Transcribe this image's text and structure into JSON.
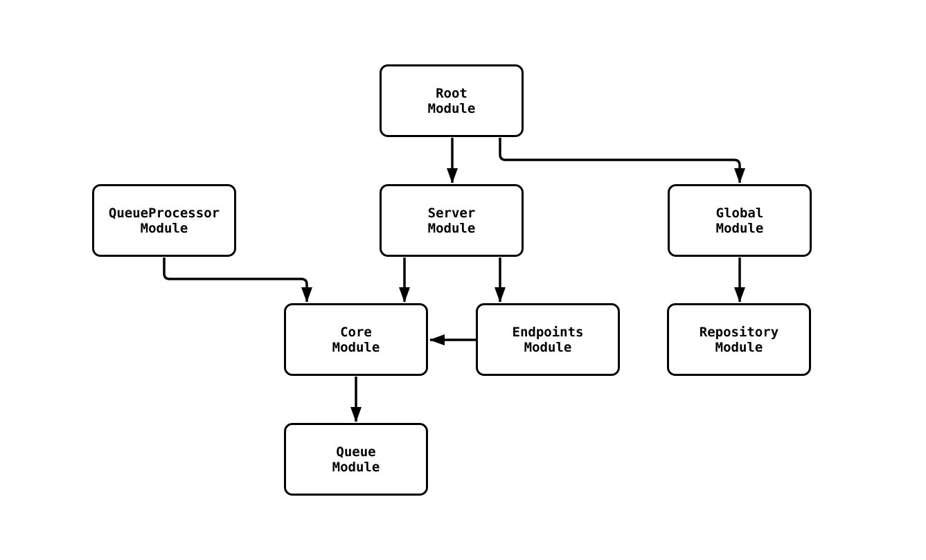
{
  "diagram": {
    "type": "flowchart",
    "direction": "top-down",
    "colors": {
      "background": "#ffffff",
      "node_fill": "#ffffff",
      "node_border": "#000000",
      "edge_line": "#000000",
      "text": "#000000"
    },
    "nodes": [
      {
        "id": "root",
        "label": "Root\nModule"
      },
      {
        "id": "queueprocessor",
        "label": "QueueProcessor\nModule"
      },
      {
        "id": "server",
        "label": "Server\nModule"
      },
      {
        "id": "global",
        "label": "Global\nModule"
      },
      {
        "id": "core",
        "label": "Core\nModule"
      },
      {
        "id": "endpoints",
        "label": "Endpoints\nModule"
      },
      {
        "id": "repository",
        "label": "Repository\nModule"
      },
      {
        "id": "queue",
        "label": "Queue\nModule"
      }
    ],
    "edges": [
      {
        "from": "root",
        "to": "server"
      },
      {
        "from": "root",
        "to": "global"
      },
      {
        "from": "queueprocessor",
        "to": "core"
      },
      {
        "from": "server",
        "to": "core"
      },
      {
        "from": "server",
        "to": "endpoints"
      },
      {
        "from": "global",
        "to": "repository"
      },
      {
        "from": "endpoints",
        "to": "core"
      },
      {
        "from": "core",
        "to": "queue"
      }
    ]
  }
}
